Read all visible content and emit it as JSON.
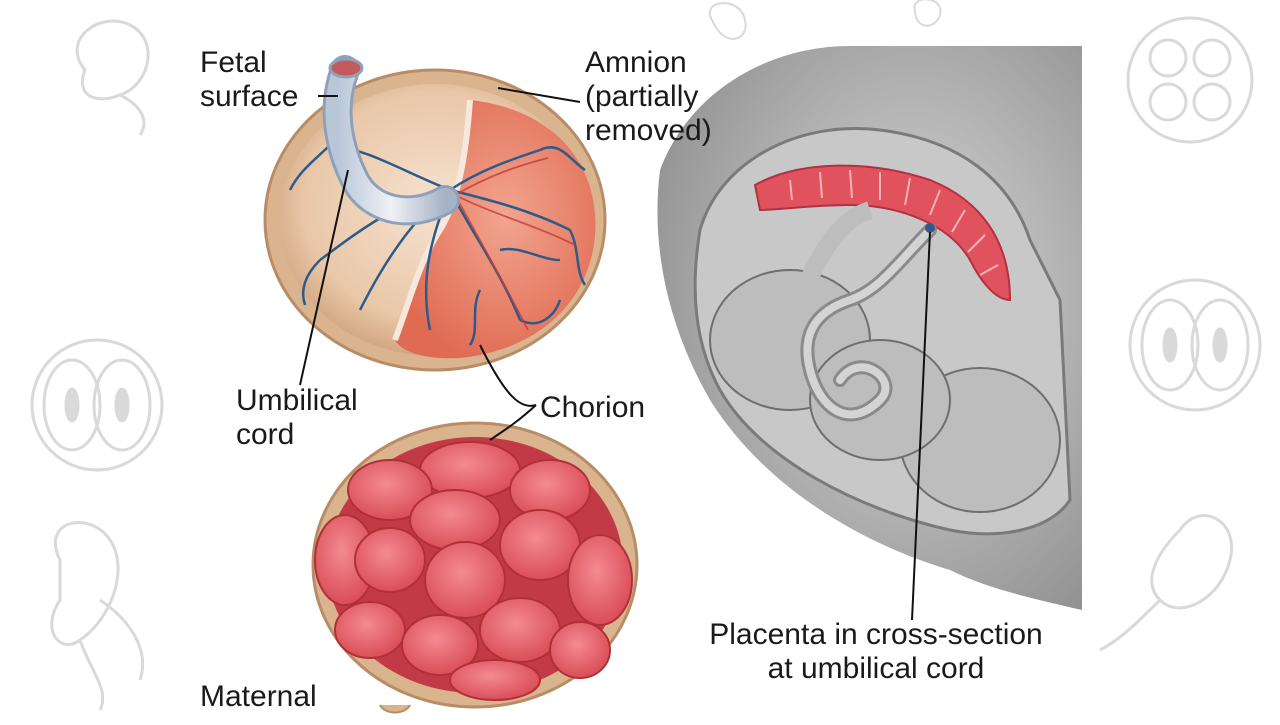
{
  "labels": {
    "fetal_surface": [
      "Fetal",
      "surface"
    ],
    "amnion": [
      "Amnion",
      "(partially",
      "removed)"
    ],
    "umbilical_cord": [
      "Umbilical",
      "cord"
    ],
    "chorion": "Chorion",
    "maternal_surface": [
      "Maternal"
    ],
    "placenta_cross_section": [
      "Placenta in cross-section",
      "at umbilical cord"
    ]
  },
  "colors": {
    "background": "#ffffff",
    "watermark": "#d9d9d9",
    "cotyledon": "#e8606a",
    "cotyledon_dark": "#c23a45",
    "placenta_rim": "#d8b38c",
    "fetal_disc": "#ecd2b8",
    "vessel": "#2e5a8a",
    "gray_section": "#9a9a9a",
    "leader_line": "#111111"
  },
  "icons": [
    "fetus-watermark-icon",
    "cell-division-watermark-icon"
  ]
}
